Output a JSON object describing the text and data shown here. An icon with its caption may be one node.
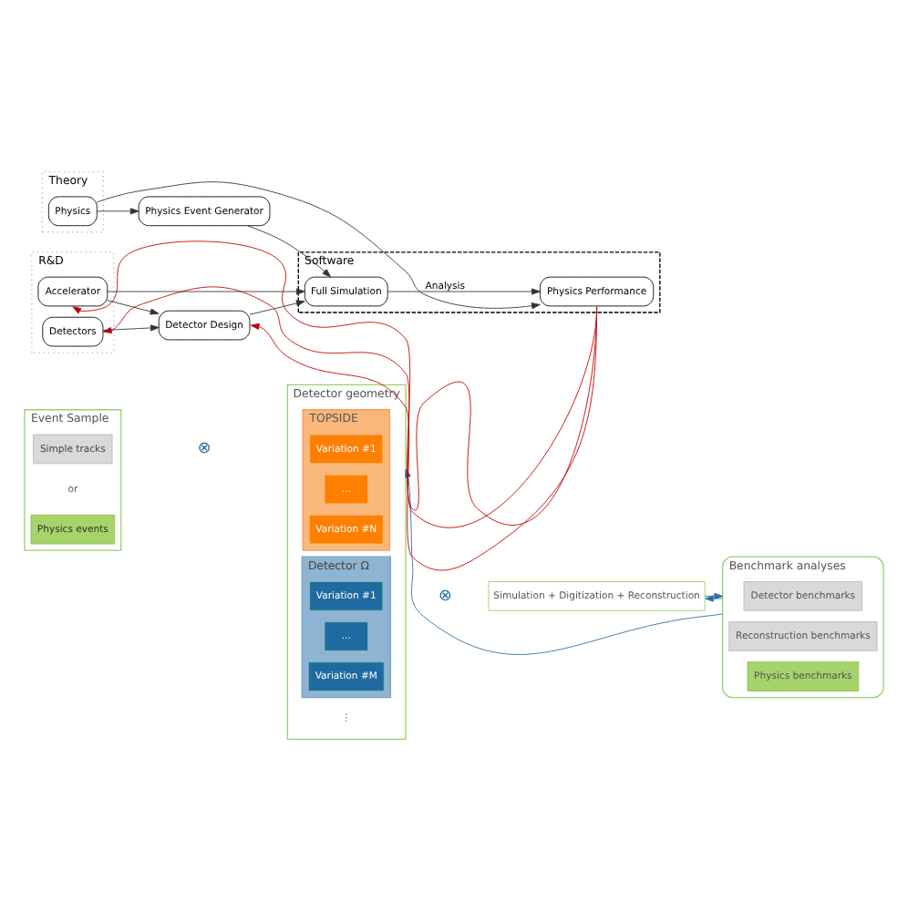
{
  "diagram": {
    "nodes": [
      {
        "text": [
          "Event Sample"
        ]
      },
      {
        "text": [
          "Simple tracks"
        ],
        "in": 0
      },
      {
        "text": [
          "Physics events"
        ],
        "in": 0
      },
      {
        "text": [
          "Detector geometry"
        ]
      },
      {
        "text": [
          "TOPSIDE"
        ],
        "in": 3
      },
      {
        "text": [
          "Variation #1"
        ],
        "in": 4
      },
      {
        "text": [
          "..."
        ],
        "in": 4
      },
      {
        "text": [
          "Variation #N"
        ],
        "in": 4
      },
      {
        "text": [
          "Detector Ω"
        ],
        "in": 3
      },
      {
        "text": [
          "Variation #1"
        ],
        "in": 8
      },
      {
        "text": [
          "..."
        ],
        "in": 8
      },
      {
        "text": [
          "Variation #M"
        ],
        "in": 8
      },
      {
        "text": [
          "Simulation + Digitization + Reconstruction"
        ]
      },
      {
        "text": [
          "Benchmark analyses"
        ]
      },
      {
        "text": [
          "Detector benchmarks"
        ],
        "in": 13
      },
      {
        "text": [
          "Reconstruction benchmarks"
        ],
        "in": 13
      },
      {
        "text": [
          "Physics benchmarks"
        ],
        "in": 13
      },
      {
        "text": [
          "Theory"
        ]
      },
      {
        "text": [
          "Physics"
        ],
        "in": 17
      },
      {
        "text": [
          "Software"
        ]
      },
      {
        "text": [
          "Physics Event Generator"
        ]
      },
      {
        "text": [
          "Full Simulation"
        ],
        "in": 19
      },
      {
        "text": [
          "Physics Performance"
        ],
        "in": 19
      },
      {
        "text": [
          "R&D"
        ]
      },
      {
        "text": [
          "Accelerator"
        ],
        "in": 23
      },
      {
        "text": [
          "Detector Design"
        ]
      },
      {
        "text": [
          "Detectors"
        ],
        "in": 23
      }
    ],
    "edges": [
      {
        "from": 12,
        "to": 13,
        "arrow": "to",
        "color": "#2e6e9e"
      },
      {
        "from": 13,
        "to": 3,
        "arrow": "to",
        "color": "#2e6e9e"
      },
      {
        "from": 13,
        "to": 12,
        "arrow": "to",
        "color": "#2e6e9e"
      },
      {
        "from": 18,
        "to": 20,
        "arrow": "to"
      },
      {
        "from": 18,
        "to": 22,
        "arrow": "to"
      },
      {
        "from": 20,
        "to": 21,
        "arrow": "to"
      },
      {
        "from": 24,
        "to": 21,
        "arrow": "to"
      },
      {
        "from": 25,
        "to": 21,
        "arrow": "to"
      },
      {
        "from": 24,
        "to": 25,
        "arrow": "to"
      },
      {
        "from": 26,
        "to": 25,
        "arrow": "to"
      },
      {
        "from": 21,
        "to": 22,
        "arrow": "to",
        "label": "Analysis"
      },
      {
        "from": 22,
        "to": 25,
        "arrow": "to",
        "color": "#c00000"
      },
      {
        "from": 22,
        "to": 24,
        "arrow": "to",
        "color": "#c00000"
      },
      {
        "from": 22,
        "to": 26,
        "arrow": "to",
        "color": "#c00000"
      }
    ],
    "labels": [
      "or",
      "⊗",
      "⋮",
      "⊗"
    ]
  }
}
